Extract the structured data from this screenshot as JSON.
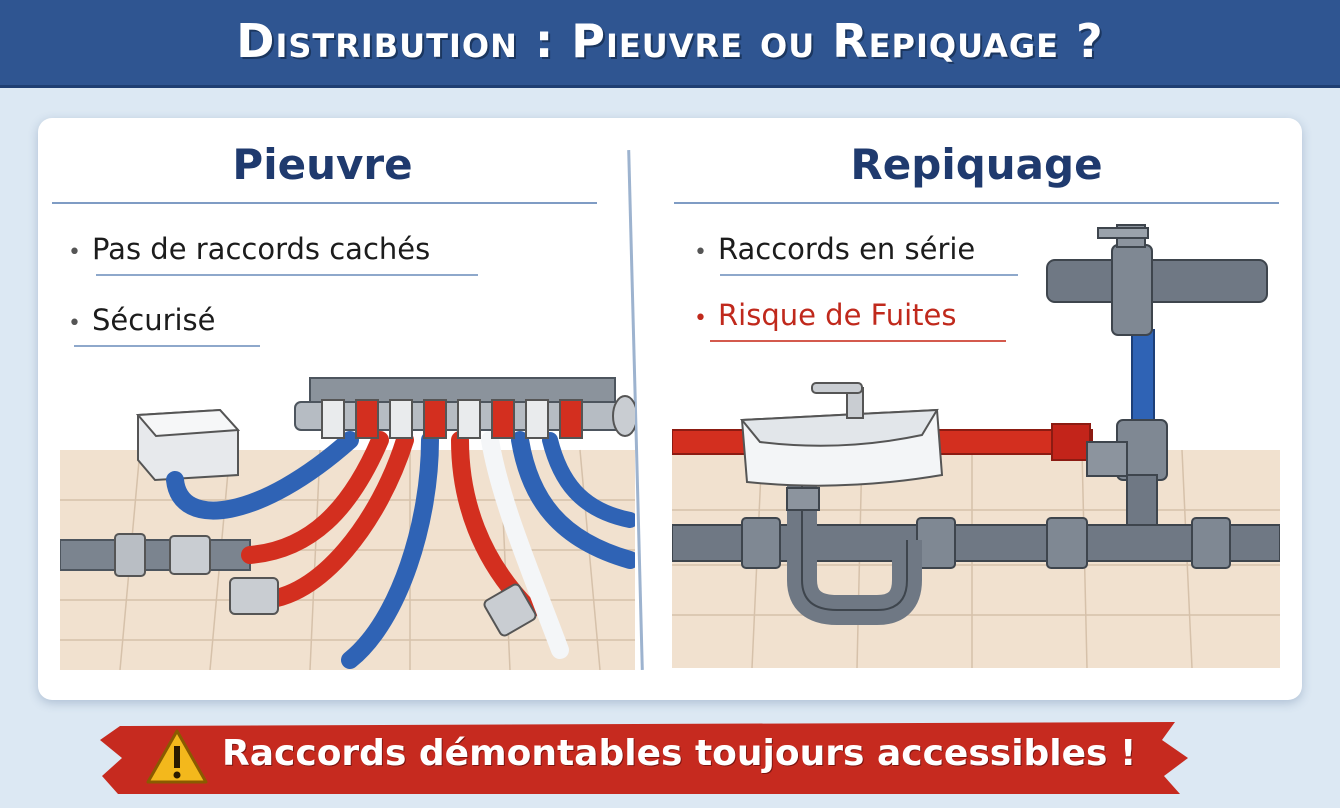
{
  "header": {
    "title": "Distribution : Pieuvre ou Repiquage ?"
  },
  "left": {
    "title": "Pieuvre",
    "bullets": [
      "Pas de raccords cachés",
      "Sécurisé"
    ]
  },
  "right": {
    "title": "Repiquage",
    "bullets": [
      "Raccords en série",
      "Risque de Fuites"
    ]
  },
  "banner": {
    "text": "Raccords démontables toujours accessibles !",
    "icon": "warning-icon"
  },
  "colors": {
    "header": "#2f5591",
    "title_text": "#1f3a6e",
    "hot_pipe": "#d32f1f",
    "cold_pipe": "#2f63b5",
    "grey_pipe": "#6f7884",
    "banner": "#c62a1f",
    "warning": "#f3b81c"
  }
}
